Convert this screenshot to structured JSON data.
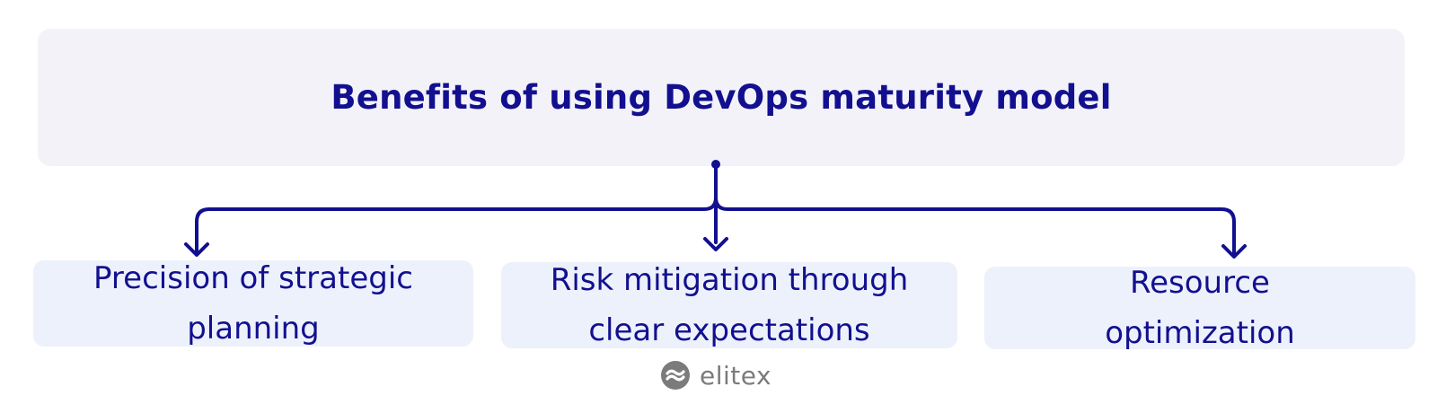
{
  "diagram": {
    "title": "Benefits of using DevOps maturity model",
    "benefits": [
      {
        "line1": "Precision of strategic",
        "line2": "planning"
      },
      {
        "line1": "Risk mitigation through",
        "line2": "clear expectations"
      },
      {
        "line1": "Resource",
        "line2": "optimization"
      }
    ]
  },
  "logo": {
    "text": "elitex",
    "icon": "elitex-logo-icon"
  },
  "colors": {
    "accent": "#12108f",
    "title_box": "#f3f2f8",
    "card": "#edf1fc",
    "logo": "#7b7b7b"
  }
}
